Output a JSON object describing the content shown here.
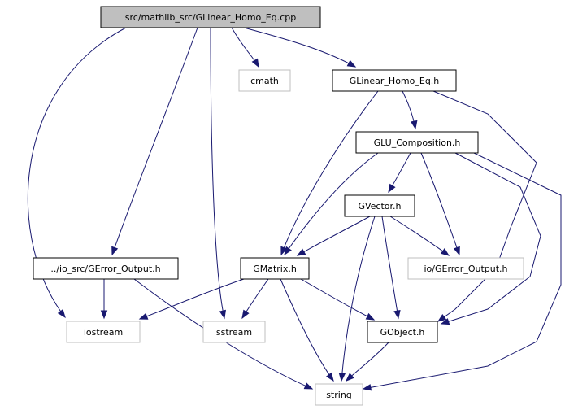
{
  "colors": {
    "edge": "#191970",
    "root_fill": "#bfbfbf",
    "node_border": "#000000",
    "external_border": "#bfbfbf",
    "external_text": "#000000"
  },
  "nodes": [
    {
      "id": "root",
      "label": "src/mathlib_src/GLinear_Homo_Eq.cpp",
      "style": "root"
    },
    {
      "id": "cmath",
      "label": "cmath",
      "style": "external"
    },
    {
      "id": "glhe_h",
      "label": "GLinear_Homo_Eq.h",
      "style": "normal"
    },
    {
      "id": "glu_h",
      "label": "GLU_Composition.h",
      "style": "normal"
    },
    {
      "id": "gvector_h",
      "label": "GVector.h",
      "style": "normal"
    },
    {
      "id": "gerror_rel",
      "label": "../io_src/GError_Output.h",
      "style": "normal"
    },
    {
      "id": "gmatrix_h",
      "label": "GMatrix.h",
      "style": "normal"
    },
    {
      "id": "io_gerror",
      "label": "io/GError_Output.h",
      "style": "external"
    },
    {
      "id": "iostream",
      "label": "iostream",
      "style": "external"
    },
    {
      "id": "sstream",
      "label": "sstream",
      "style": "external"
    },
    {
      "id": "gobject_h",
      "label": "GObject.h",
      "style": "normal"
    },
    {
      "id": "string",
      "label": "string",
      "style": "external"
    }
  ],
  "edges": [
    {
      "from": "root",
      "to": "iostream"
    },
    {
      "from": "root",
      "to": "gerror_rel"
    },
    {
      "from": "root",
      "to": "sstream"
    },
    {
      "from": "root",
      "to": "cmath"
    },
    {
      "from": "root",
      "to": "glhe_h"
    },
    {
      "from": "glhe_h",
      "to": "gmatrix_h"
    },
    {
      "from": "glhe_h",
      "to": "glu_h"
    },
    {
      "from": "glhe_h",
      "to": "gobject_h"
    },
    {
      "from": "glu_h",
      "to": "gmatrix_h"
    },
    {
      "from": "glu_h",
      "to": "gvector_h"
    },
    {
      "from": "glu_h",
      "to": "io_gerror"
    },
    {
      "from": "glu_h",
      "to": "gobject_h"
    },
    {
      "from": "glu_h",
      "to": "string"
    },
    {
      "from": "gvector_h",
      "to": "gmatrix_h"
    },
    {
      "from": "gvector_h",
      "to": "io_gerror"
    },
    {
      "from": "gvector_h",
      "to": "gobject_h"
    },
    {
      "from": "gvector_h",
      "to": "string"
    },
    {
      "from": "gerror_rel",
      "to": "iostream"
    },
    {
      "from": "gerror_rel",
      "to": "string"
    },
    {
      "from": "gmatrix_h",
      "to": "iostream"
    },
    {
      "from": "gmatrix_h",
      "to": "sstream"
    },
    {
      "from": "gmatrix_h",
      "to": "gobject_h"
    },
    {
      "from": "gmatrix_h",
      "to": "string"
    },
    {
      "from": "gobject_h",
      "to": "string"
    }
  ]
}
